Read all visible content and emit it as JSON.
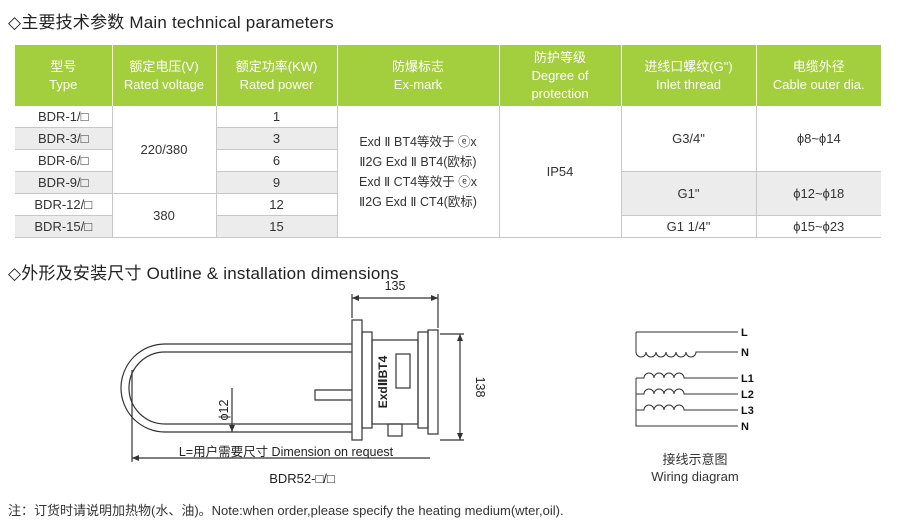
{
  "section1_title": "◇主要技术参数  Main technical parameters",
  "section2_title": "◇外形及安装尺寸 Outline & installation dimensions",
  "table": {
    "headers": [
      {
        "cn": "型号",
        "en": "Type"
      },
      {
        "cn": "额定电压(V)",
        "en": "Rated voltage"
      },
      {
        "cn": "额定功率(KW)",
        "en": "Rated power"
      },
      {
        "cn": "防爆标志",
        "en": "Ex-mark"
      },
      {
        "cn": "防护等级",
        "en": "Degree of",
        "en2": "protection"
      },
      {
        "cn": "进线口螺纹(G\")",
        "en": "Inlet thread"
      },
      {
        "cn": "电缆外径",
        "en": "Cable outer dia."
      }
    ],
    "types": [
      "BDR-1/□",
      "BDR-3/□",
      "BDR-6/□",
      "BDR-9/□",
      "BDR-12/□",
      "BDR-15/□"
    ],
    "voltages": [
      "220/380",
      "380"
    ],
    "powers": [
      "1",
      "3",
      "6",
      "9",
      "12",
      "15"
    ],
    "exmark_lines": [
      "Exd Ⅱ BT4等效于 ⓔx",
      "Ⅱ2G Exd Ⅱ BT4(欧标)",
      "Exd Ⅱ CT4等效于 ⓔx",
      "Ⅱ2G Exd Ⅱ CT4(欧标)"
    ],
    "protection": "IP54",
    "threads": [
      "G3/4\"",
      "G1\"",
      "G1 1/4\""
    ],
    "cable_dias": [
      "ϕ8~ϕ14",
      "ϕ12~ϕ18",
      "ϕ15~ϕ23"
    ]
  },
  "outline": {
    "dim_width": "135",
    "dim_height": "138",
    "dim_tube": "ϕ12",
    "housing_label": "ExdⅡBT4",
    "length_label": "L=用户需要尺寸 Dimension on request",
    "model_caption": "BDR52-□/□"
  },
  "wiring": {
    "terminals_top": [
      "L",
      "N"
    ],
    "terminals_bottom": [
      "L1",
      "L2",
      "L3",
      "N"
    ],
    "caption_cn": "接线示意图",
    "caption_en": "Wiring diagram"
  },
  "note": "注：订货时请说明加热物(水、油)。Note:when order,please specify the heating medium(wter,oil)."
}
